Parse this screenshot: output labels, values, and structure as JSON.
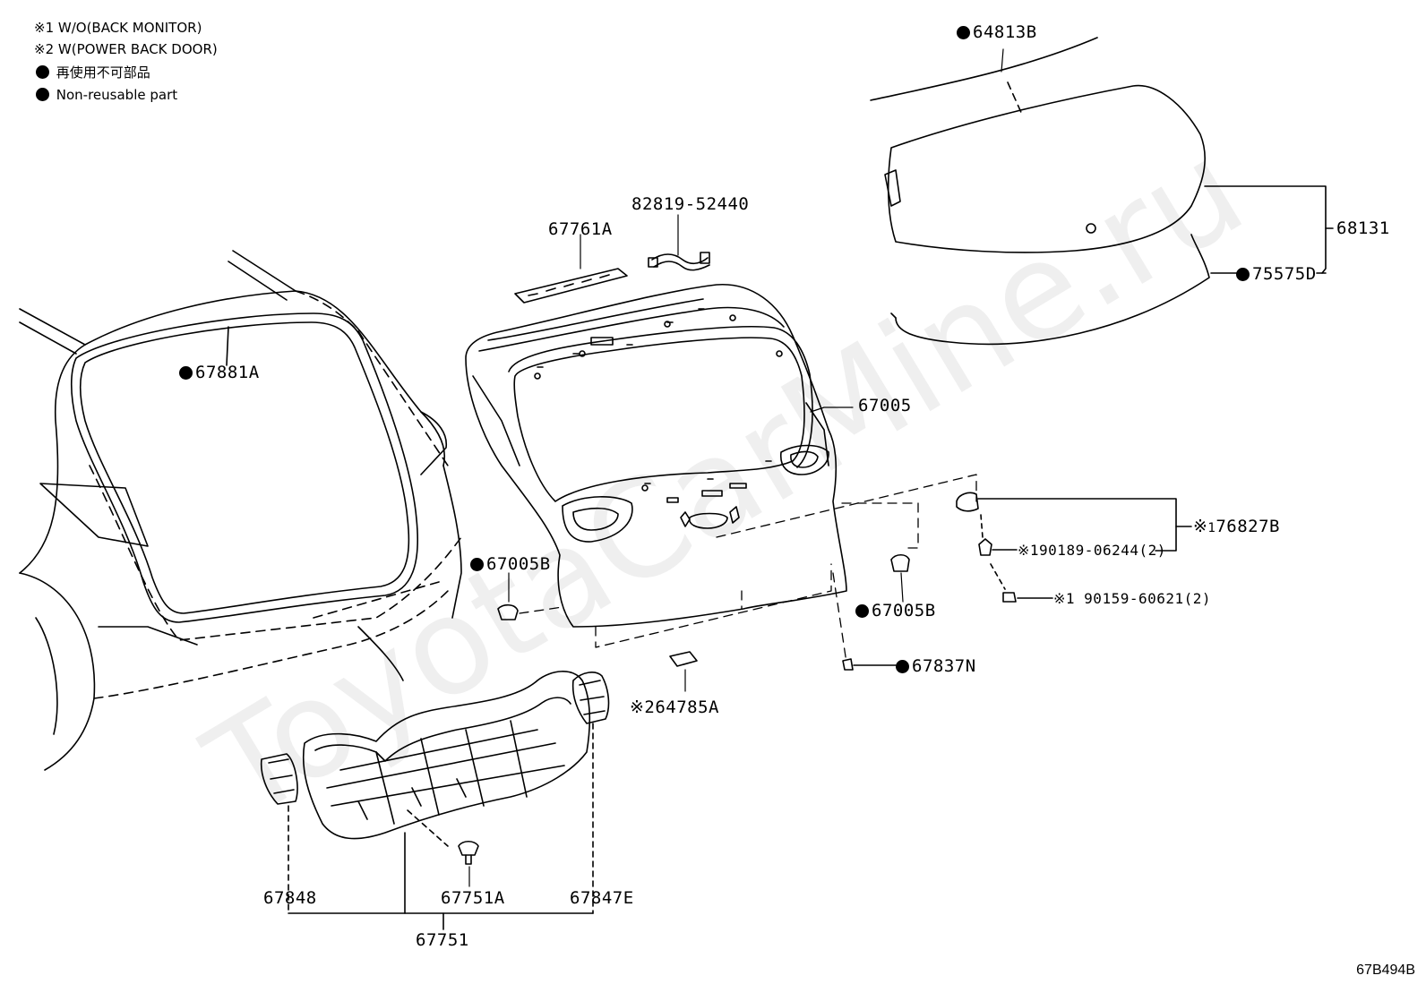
{
  "legend": {
    "note1": "※1 W/O(BACK MONITOR)",
    "note2": "※2 W(POWER BACK DOOR)",
    "non_reusable_jp": "再使用不可部品",
    "non_reusable_en": "Non-reusable part"
  },
  "parts": {
    "p64813B": "64813B",
    "p68131": "68131",
    "p75575D": "75575D",
    "p82819": "82819-52440",
    "p67761A": "67761A",
    "p67881A": "67881A",
    "p67005": "67005",
    "p67005B_left": "67005B",
    "p67005B_right": "67005B",
    "p76827B": "76827B",
    "p90189": "190189-06244(2)",
    "p90159": "1 90159-60621(2)",
    "p67837N": "67837N",
    "p64785A": "264785A",
    "p67848": "67848",
    "p67751A": "67751A",
    "p67847E": "67847E",
    "p67751": "67751"
  },
  "markers": {
    "ref": "※"
  },
  "watermark": "ToyotaCarMine.ru",
  "diagram_code": "67B494B"
}
